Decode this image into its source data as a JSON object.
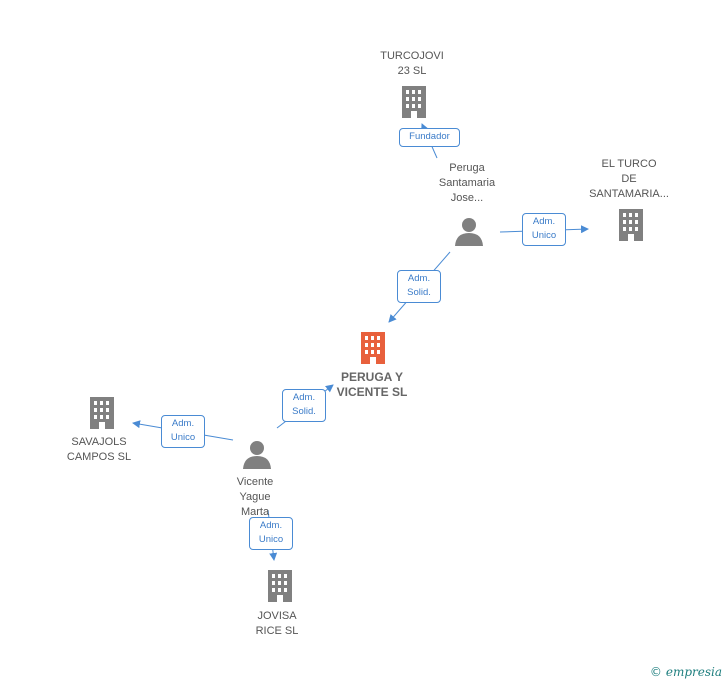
{
  "colors": {
    "company": "#808080",
    "main_company": "#e8603c",
    "edge": "#4a8bd4",
    "person": "#808080"
  },
  "nodes": {
    "main": {
      "label": "PERUGA Y\nVICENTE  SL",
      "icon": "building-icon"
    },
    "turcojovi": {
      "label": "TURCOJOVI\n23  SL",
      "icon": "building-icon"
    },
    "el_turco": {
      "label": "EL TURCO\nDE\nSANTAMARIA...",
      "icon": "building-icon"
    },
    "savajols": {
      "label": "SAVAJOLS\nCAMPOS SL",
      "icon": "building-icon"
    },
    "jovisa": {
      "label": "JOVISA\nRICE  SL",
      "icon": "building-icon"
    },
    "peruga_jose": {
      "label": "Peruga\nSantamaria\nJose...",
      "icon": "person-icon"
    },
    "vicente_marta": {
      "label": "Vicente\nYague\nMarta",
      "icon": "person-icon"
    }
  },
  "edges": {
    "fundador": "Fundador",
    "jose_eltur": "Adm.\nUnico",
    "jose_main": "Adm.\nSolid.",
    "marta_main": "Adm.\nSolid.",
    "marta_savajols": "Adm.\nUnico",
    "marta_jovisa": "Adm.\nUnico"
  },
  "footer": {
    "copyright_symbol": "©",
    "brand": "empresia"
  }
}
